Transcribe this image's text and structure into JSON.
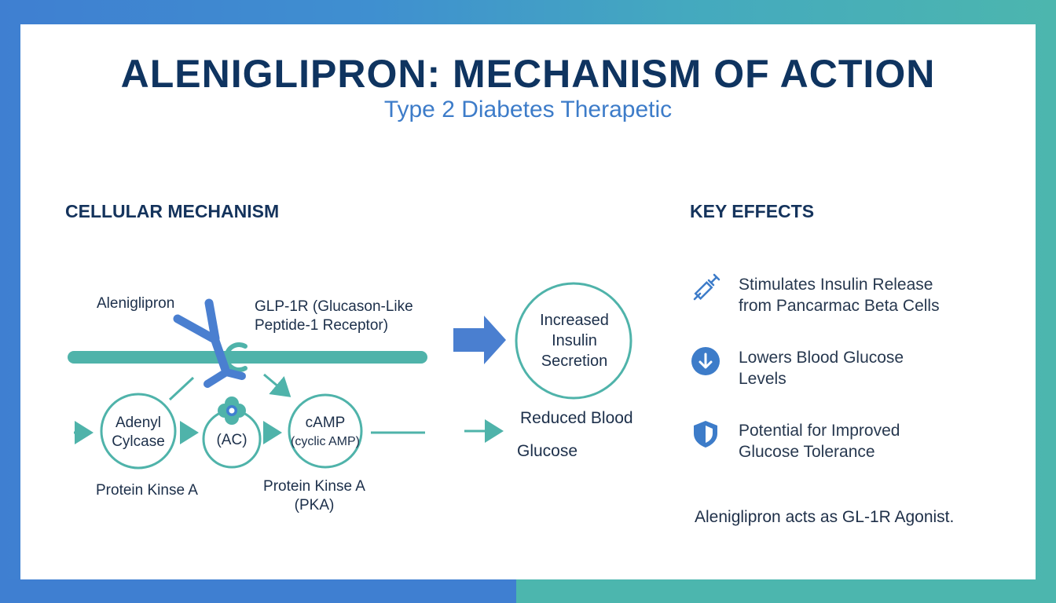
{
  "header": {
    "title": "ALENIGLIPRON: MECHANISM OF ACTION",
    "subtitle": "Type 2 Diabetes Therapetic"
  },
  "mechanism": {
    "heading": "CELLULAR MECHANISM",
    "drug_label": "Aleniglipron",
    "receptor_label_line1": "GLP-1R (Glucason-Like",
    "receptor_label_line2": "Peptide-1 Receptor)",
    "node1_line1": "Adenyl",
    "node1_line2": "Cylcase",
    "node2": "(AC)",
    "node3_line1": "cAMP",
    "node3_line2": "(cyclic AMP)",
    "below_left": "Protein Kinse A",
    "below_mid_line1": "Protein Kinse A",
    "below_mid_line2": "(PKA)",
    "outcome_line1": "Increased",
    "outcome_line2": "Insulin",
    "outcome_line3": "Secretion",
    "reduced_line1": "Reduced Blood",
    "reduced_line2": "Glucose"
  },
  "effects": {
    "heading": "KEY EFFECTS",
    "items": [
      {
        "icon": "syringe-icon",
        "line1": "Stimulates Insulin Release",
        "line2": "from Pancarmac Beta Cells"
      },
      {
        "icon": "down-arrow-circle-icon",
        "line1": "Lowers Blood Glucose",
        "line2": "Levels"
      },
      {
        "icon": "shield-icon",
        "line1": "Potential for Improved",
        "line2": "Glucose Tolerance"
      }
    ],
    "note": "Aleniglipron acts as GL-1R Agonist."
  },
  "colors": {
    "navy": "#0f3460",
    "blue": "#3d7cc9",
    "teal": "#4fb3aa"
  }
}
